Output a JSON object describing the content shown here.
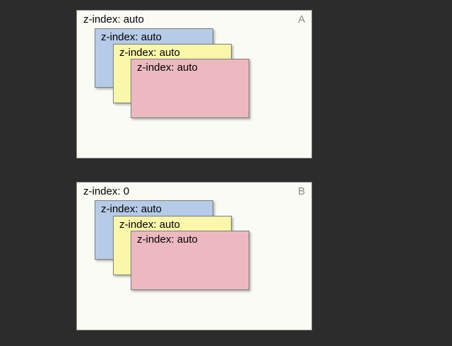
{
  "page": {
    "background_color": "#2c2c2c"
  },
  "panels": [
    {
      "label": "z-index: auto",
      "corner_letter": "A",
      "background_color": "#fbfbf5",
      "boxes": [
        {
          "label": "z-index: auto",
          "color_name": "blue",
          "background_color": "#b6cbe7"
        },
        {
          "label": "z-index: auto",
          "color_name": "yellow",
          "background_color": "#faf7ab"
        },
        {
          "label": "z-index: auto",
          "color_name": "pink",
          "background_color": "#ecb9c0"
        }
      ]
    },
    {
      "label": "z-index: 0",
      "corner_letter": "B",
      "background_color": "#fbfbf5",
      "boxes": [
        {
          "label": "z-index: auto",
          "color_name": "blue",
          "background_color": "#b6cbe7"
        },
        {
          "label": "z-index: auto",
          "color_name": "yellow",
          "background_color": "#faf7ab"
        },
        {
          "label": "z-index: auto",
          "color_name": "pink",
          "background_color": "#ecb9c0"
        }
      ]
    }
  ],
  "colors": {
    "page_background": "#2c2c2c",
    "panel_background": "#fbfbf5",
    "panel_border": "#8a8a8a",
    "box_border": "#7e7e7e",
    "box_blue": "#b6cbe7",
    "box_yellow": "#faf7ab",
    "box_pink": "#ecb9c0",
    "corner_letter": "#8a8a8a",
    "text": "#000000"
  }
}
